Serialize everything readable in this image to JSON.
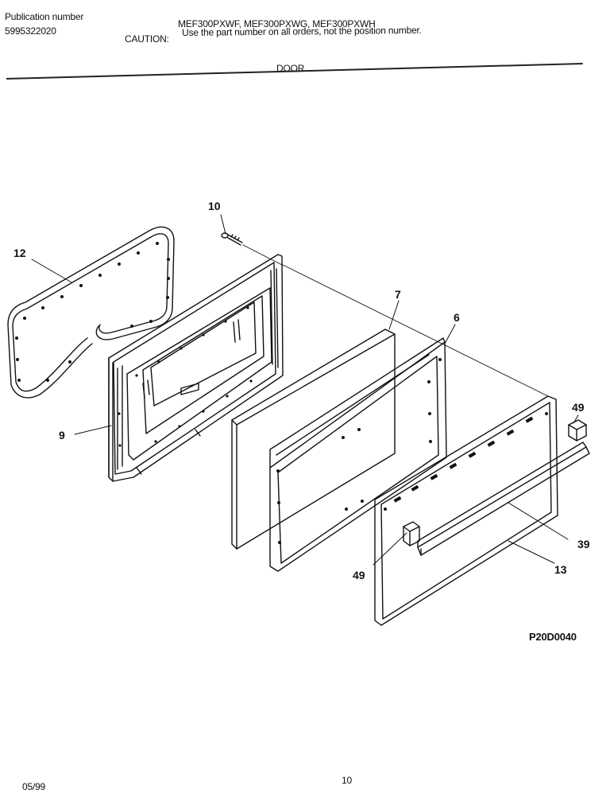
{
  "header": {
    "publication_label": "Publication number",
    "publication_number": "5995322020",
    "models": "MEF300PXWF, MEF300PXWG, MEF300PXWH",
    "caution_label": "CAUTION:",
    "caution_text": "Use the part number on all orders, not the position number.",
    "section_title": "DOOR"
  },
  "callouts": {
    "c10": "10",
    "c12": "12",
    "c7": "7",
    "c6": "6",
    "c49_right": "49",
    "c9": "9",
    "c39": "39",
    "c49_left": "49",
    "c13": "13"
  },
  "diagram_code": "P20D0040",
  "footer": {
    "date": "05/99",
    "page_number": "10"
  }
}
